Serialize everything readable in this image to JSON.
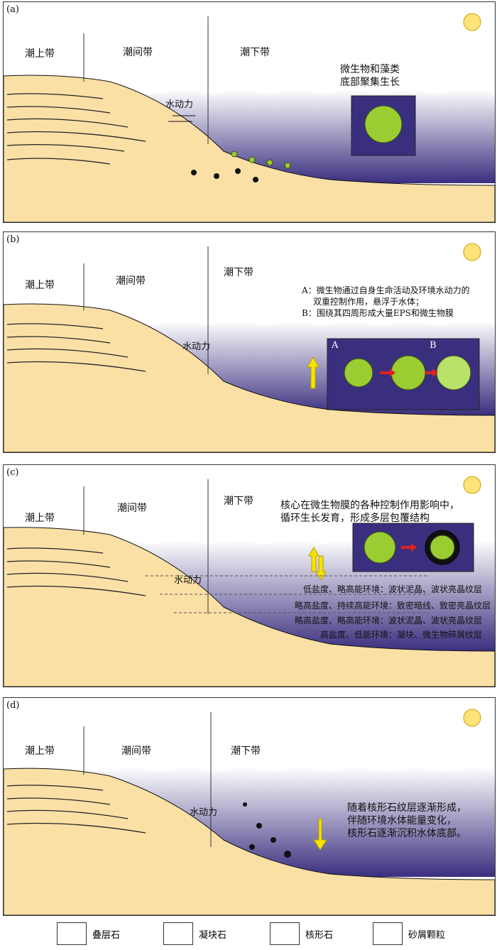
{
  "zones": {
    "upper": "潮上带",
    "inter": "潮间带",
    "sub": "潮下带"
  },
  "force": "水动力",
  "panel_a": {
    "id": "(a)",
    "caption_l1": "微生物和藻类",
    "caption_l2": "底部聚集生长"
  },
  "panel_b": {
    "id": "(b)",
    "note_a1": "A：微生物通过自身生命活动及环境水动力的",
    "note_a2": "双重控制作用，悬浮于水体；",
    "note_b": "B：围绕其四周形成大量EPS和微生物膜",
    "inset_a": "A",
    "inset_b": "B"
  },
  "panel_c": {
    "id": "(c)",
    "caption_l1": "核心在微生物膜的各种控制作用影响中，",
    "caption_l2": "循环生长发育，形成多层包覆结构",
    "env1": "低盐度、略高能环境：波状泥晶、波状亮晶纹层",
    "env2": "略高盐度、持续高能环境：致密暗线、致密亮晶纹层",
    "env3": "略高盐度、略高能环境：波状泥晶、波状亮晶纹层",
    "env4": "高盐度、低能环境：凝块、微生物碎屑纹层"
  },
  "panel_d": {
    "id": "(d)",
    "caption_l1": "随着核形石纹层逐渐形成，",
    "caption_l2": "伴随环境水体能量变化，",
    "caption_l3": "核形石逐渐沉积水体底部。"
  },
  "legend": {
    "stromatolite": "叠层石",
    "thrombolite": "凝块石",
    "oncolite": "核形石",
    "debris": "砂屑颗粒"
  },
  "colors": {
    "sand": "#fbe0a6",
    "water_top": "#ffffff",
    "water_bottom": "#3a2f7f",
    "microbe": "#9acd32",
    "arrow_yellow": "#f5e400",
    "arrow_red": "#e02020",
    "sun": "#ffe27a"
  }
}
